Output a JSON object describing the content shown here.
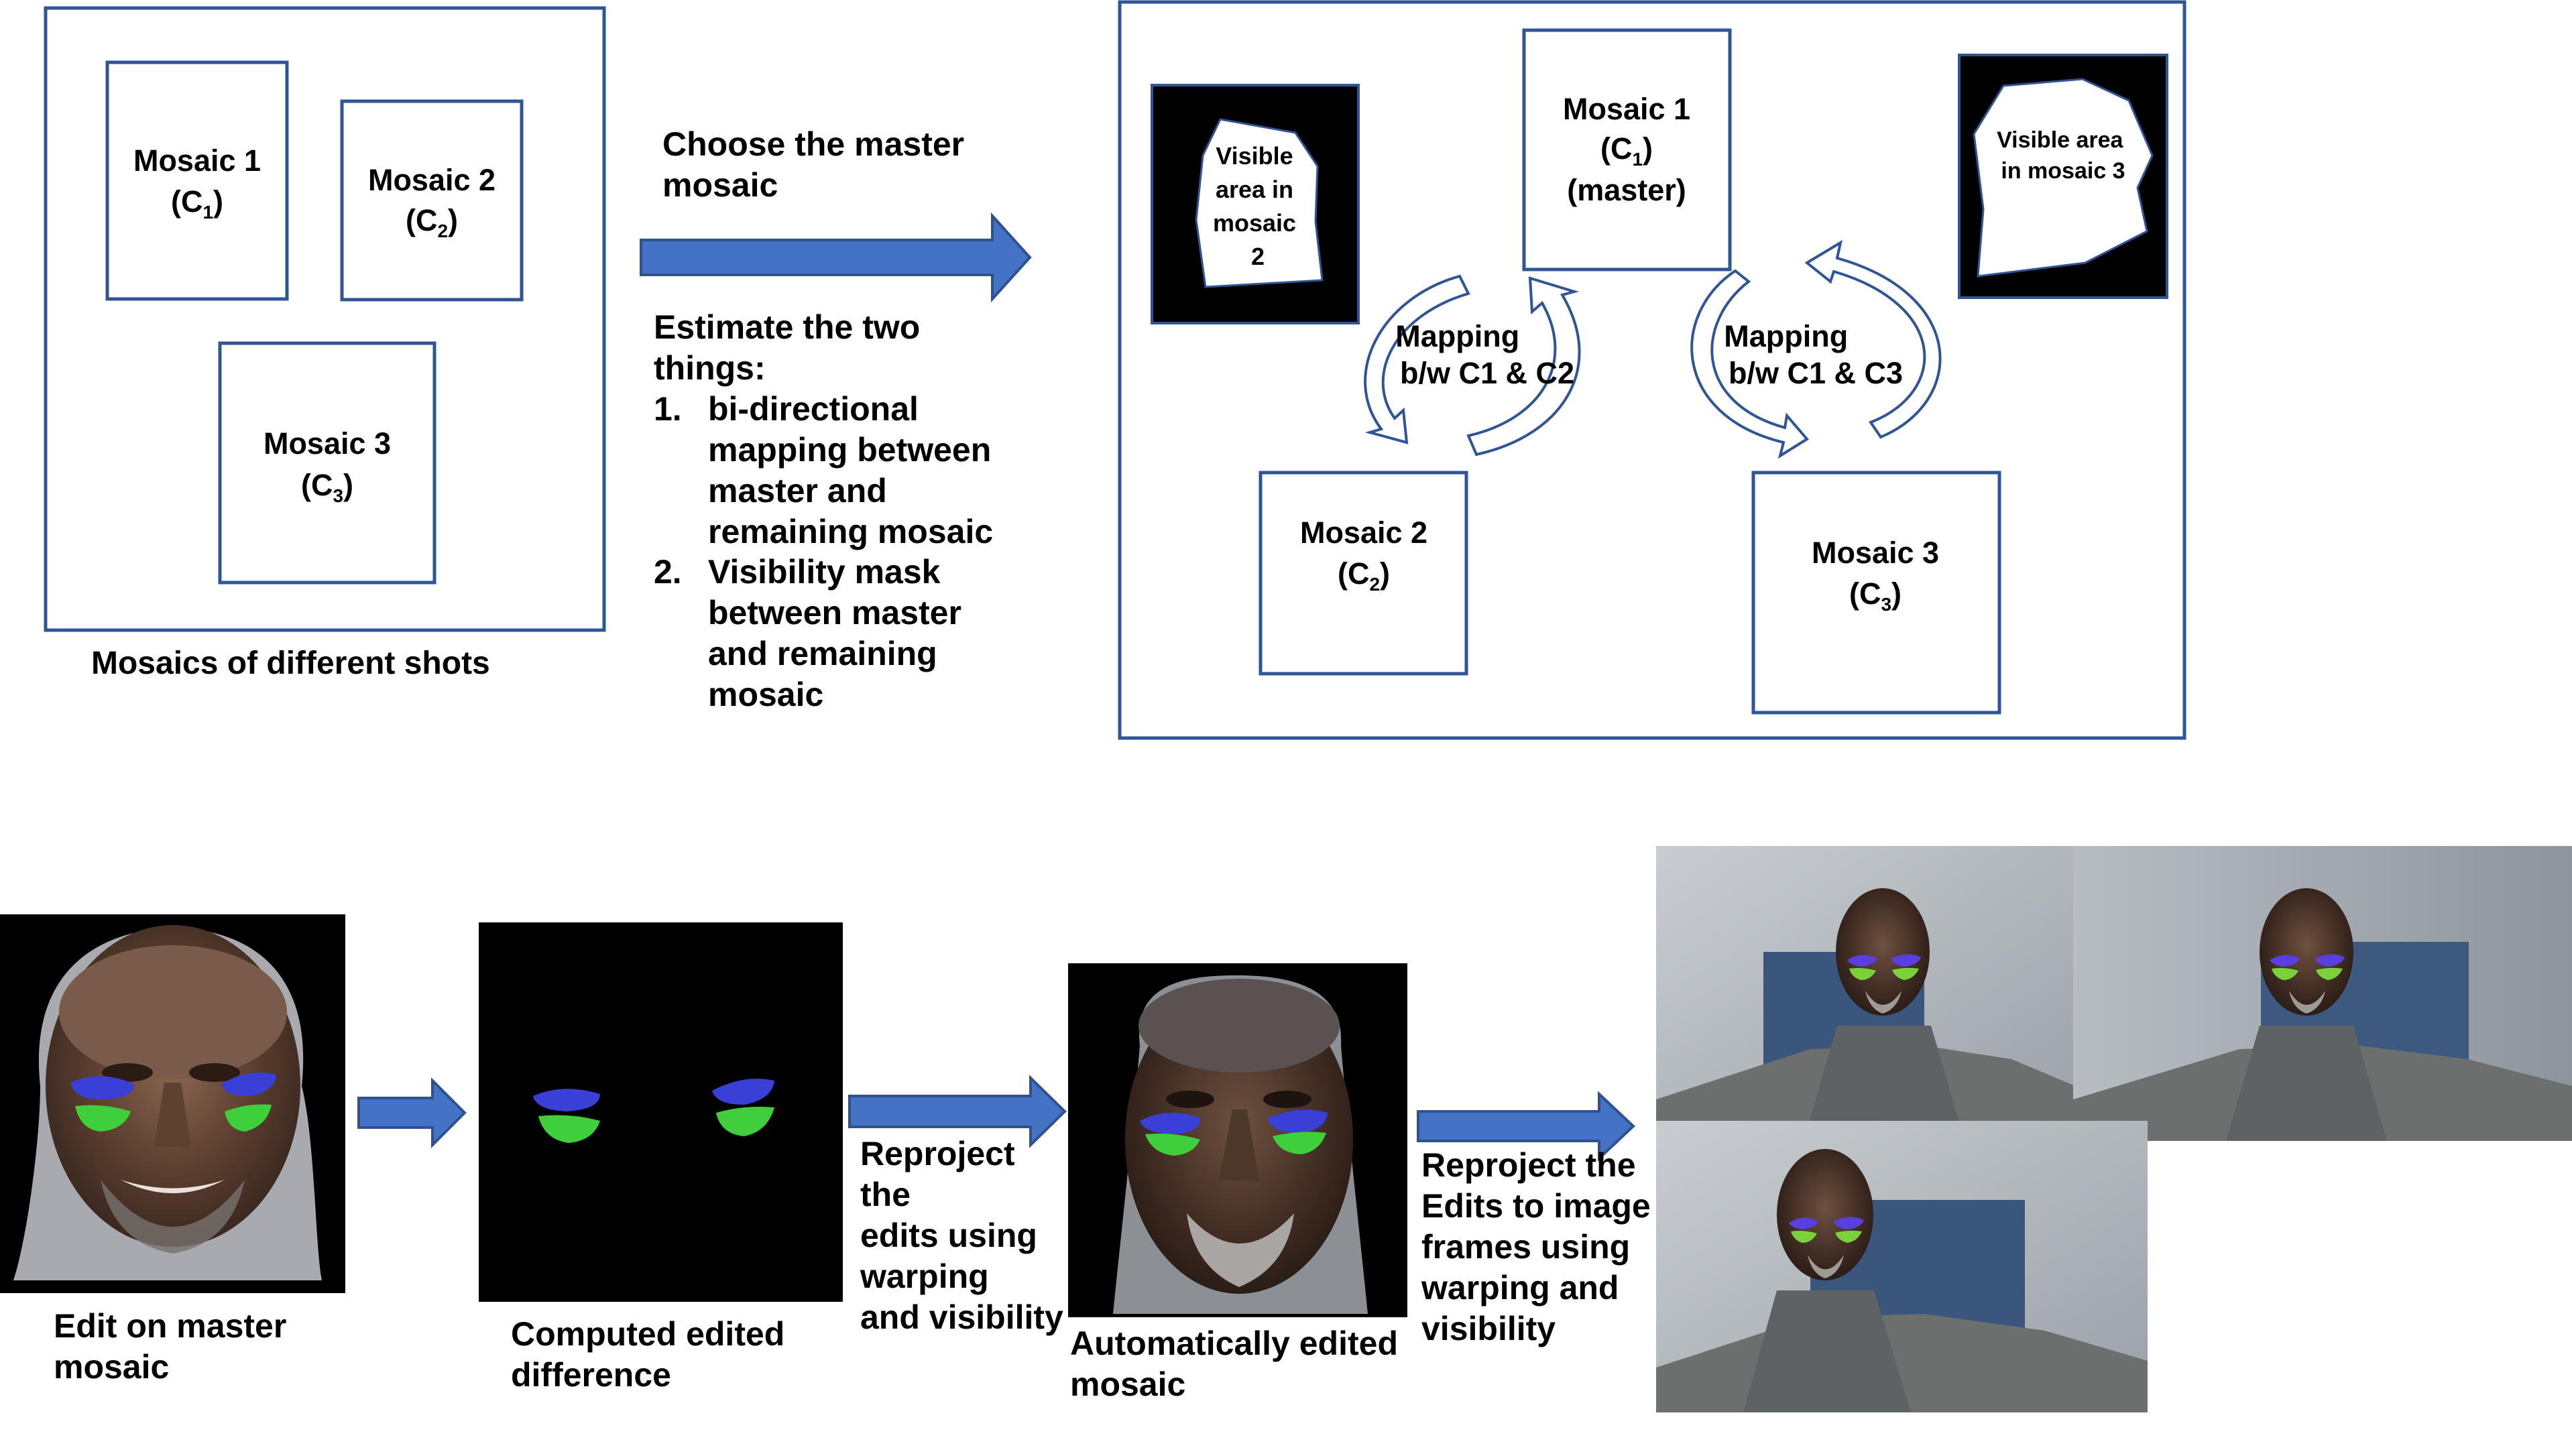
{
  "colors": {
    "frame": "#2f5597",
    "arrow_fill": "#4472c4",
    "arrow_stroke": "#2f528f",
    "blue_mark": "#3a3fd6",
    "green_mark": "#3fcf3a"
  },
  "top_left": {
    "mosaic1": {
      "name": "Mosaic 1",
      "c_open": "(C",
      "c_sub": "1",
      "c_close": ")"
    },
    "mosaic2": {
      "name": "Mosaic 2",
      "c_open": "(C",
      "c_sub": "2",
      "c_close": ")"
    },
    "mosaic3": {
      "name": "Mosaic 3",
      "c_open": "(C",
      "c_sub": "3",
      "c_close": ")"
    },
    "caption": "Mosaics of different shots"
  },
  "middle": {
    "choose_lines": [
      "Choose the master",
      "mosaic"
    ],
    "estimate_lines": [
      "Estimate the two",
      "things:"
    ],
    "item1_num": "1.",
    "item1_lines": [
      "bi-directional",
      "mapping between",
      "master and",
      "remaining mosaic"
    ],
    "item2_num": "2.",
    "item2_lines": [
      "Visibility mask",
      "between master",
      "and remaining",
      "mosaic"
    ]
  },
  "top_right": {
    "mosaic1": {
      "name": "Mosaic 1",
      "c_open": "(C",
      "c_sub": "1",
      "c_close": ")",
      "master": "(master)"
    },
    "mosaic2": {
      "name": "Mosaic 2",
      "c_open": "(C",
      "c_sub": "2",
      "c_close": ")"
    },
    "mosaic3": {
      "name": "Mosaic 3",
      "c_open": "(C",
      "c_sub": "3",
      "c_close": ")"
    },
    "visible2_lines": [
      "Visible",
      "area in",
      "mosaic",
      "2"
    ],
    "visible3_lines": [
      "Visible area",
      "in mosaic 3"
    ],
    "mapping12_lines": [
      "Mapping",
      "b/w C1 & C2"
    ],
    "mapping13_lines": [
      "Mapping",
      "b/w C1 & C3"
    ]
  },
  "bottom": {
    "edit_master_lines": [
      "Edit on master",
      " mosaic"
    ],
    "computed_diff_lines": [
      "Computed edited",
      "difference"
    ],
    "reproject_edits_lines": [
      "Reproject",
      "the",
      "edits using",
      " warping",
      "and visibility"
    ],
    "auto_edited_lines": [
      "Automatically edited",
      "mosaic"
    ],
    "reproject_frames_lines": [
      "Reproject the",
      "Edits to image",
      "frames using",
      "warping and",
      "visibility"
    ]
  }
}
